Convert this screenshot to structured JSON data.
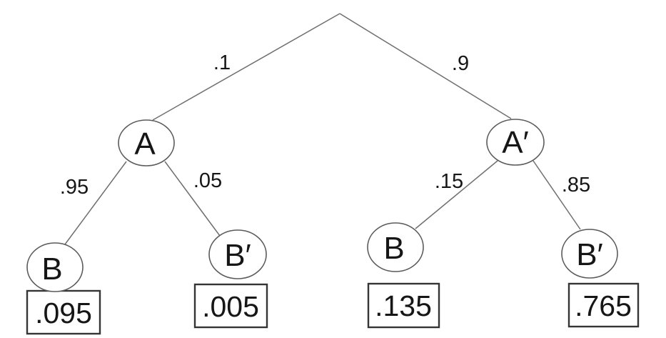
{
  "diagram_type": "probability-tree",
  "colors": {
    "background": "#ffffff",
    "line": "#6f6f6f",
    "circle_stroke": "#5a5a5a",
    "box_stroke": "#353535",
    "text": "#161616"
  },
  "tree": {
    "branches": {
      "root_left": ".1",
      "root_right": ".9",
      "a_left": ".95",
      "a_right": ".05",
      "ap_left": ".15",
      "ap_right": ".85"
    },
    "nodes": {
      "a": "A",
      "ap": "A′",
      "b1": "B",
      "bp1": "B′",
      "b2": "B",
      "bp2": "B′"
    },
    "outcomes": {
      "ab": ".095",
      "abp": ".005",
      "apb": ".135",
      "apbp": ".765"
    }
  }
}
